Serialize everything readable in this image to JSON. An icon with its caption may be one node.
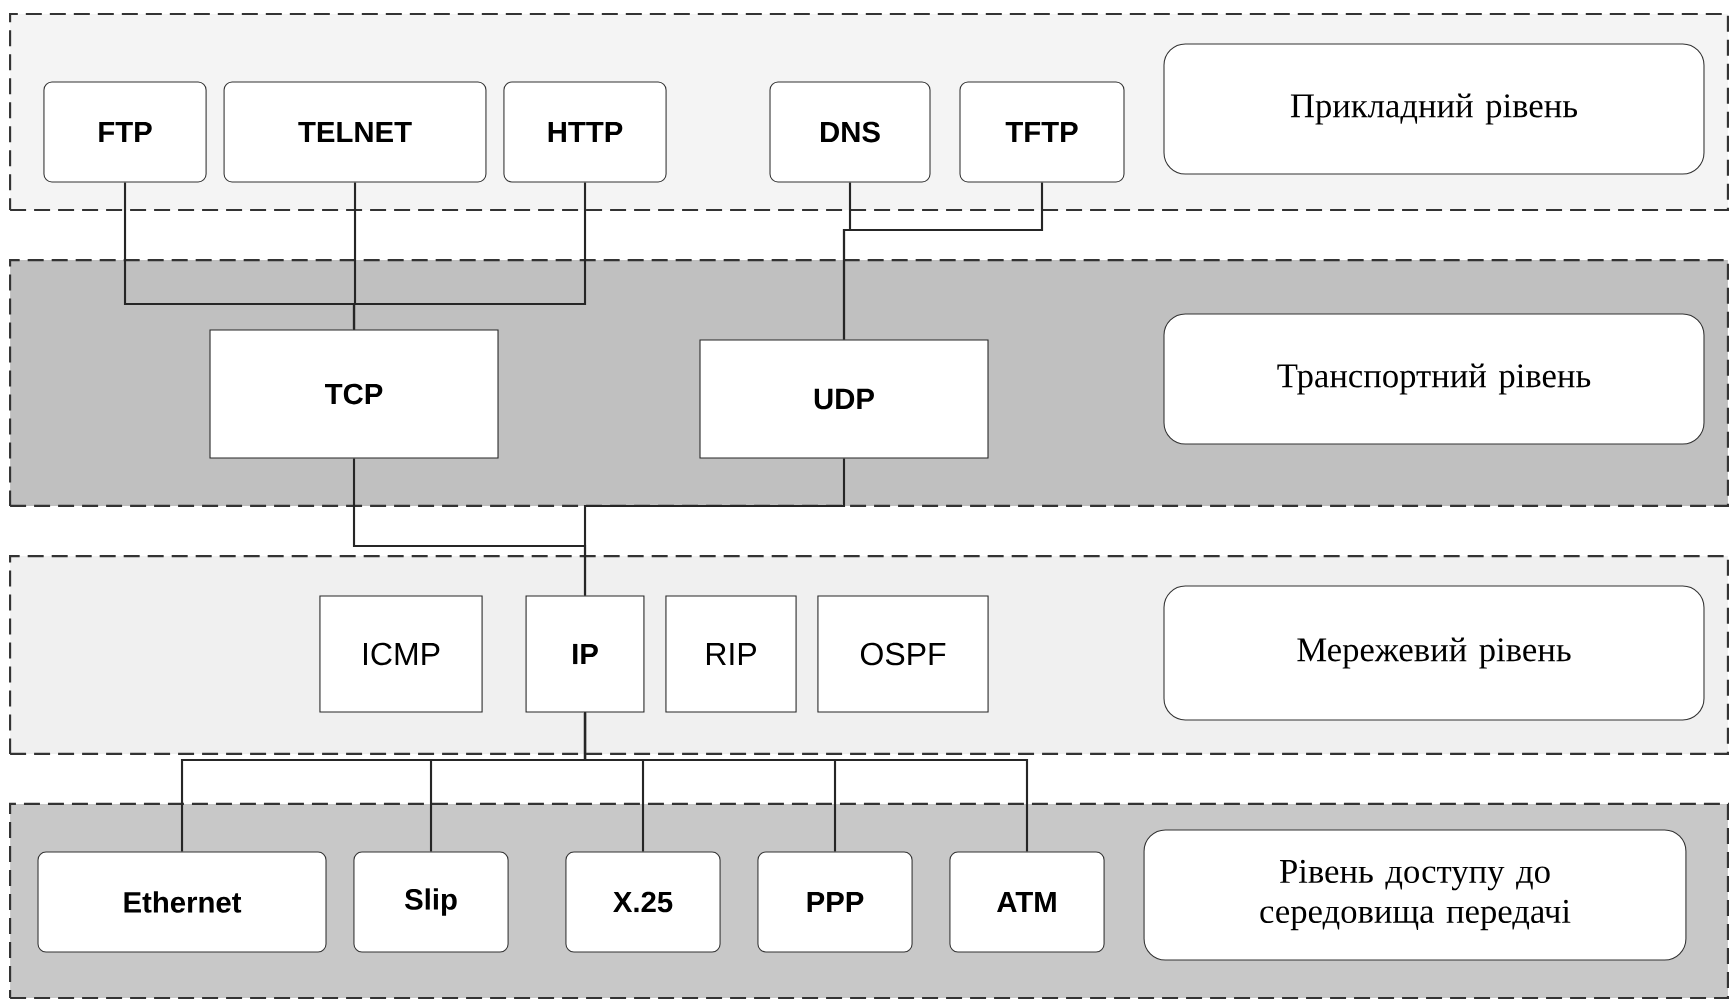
{
  "diagram": {
    "nodes": [
      {
        "text": [],
        "shape": "band"
      },
      {
        "text": [
          "FTP"
        ],
        "in": 0
      },
      {
        "text": [
          "TELNET"
        ],
        "in": 0
      },
      {
        "text": [
          "HTTP"
        ],
        "in": 0
      },
      {
        "text": [
          "DNS"
        ],
        "in": 0
      },
      {
        "text": [
          "TFTP"
        ],
        "in": 0
      },
      {
        "text": [
          "Прикладний рівень"
        ],
        "in": 0
      },
      {
        "text": [],
        "shape": "band"
      },
      {
        "text": [
          "TCP"
        ],
        "in": 7
      },
      {
        "text": [
          "UDP"
        ],
        "in": 7
      },
      {
        "text": [
          "Транспортний рівень"
        ],
        "in": 7
      },
      {
        "text": [],
        "shape": "band"
      },
      {
        "text": [
          "ICMP"
        ],
        "in": 11
      },
      {
        "text": [
          "IP"
        ],
        "in": 11
      },
      {
        "text": [
          "RIP"
        ],
        "in": 11
      },
      {
        "text": [
          "OSPF"
        ],
        "in": 11
      },
      {
        "text": [
          "Мережевий рівень"
        ],
        "in": 11
      },
      {
        "text": [],
        "shape": "band"
      },
      {
        "text": [
          "Ethernet"
        ],
        "in": 17
      },
      {
        "text": [
          "Slip"
        ],
        "in": 17
      },
      {
        "text": [
          "X.25"
        ],
        "in": 17
      },
      {
        "text": [
          "PPP"
        ],
        "in": 17
      },
      {
        "text": [
          "ATM"
        ],
        "in": 17
      },
      {
        "text": [
          "Рівень доступу до середовища передачі"
        ],
        "in": 17
      }
    ],
    "edges": [
      {
        "from": 1,
        "to": 8,
        "arrow": "none"
      },
      {
        "from": 2,
        "to": 8,
        "arrow": "none"
      },
      {
        "from": 3,
        "to": 8,
        "arrow": "none"
      },
      {
        "from": 4,
        "to": 9,
        "arrow": "none"
      },
      {
        "from": 5,
        "to": 9,
        "arrow": "none"
      },
      {
        "from": 8,
        "to": 13,
        "arrow": "none"
      },
      {
        "from": 9,
        "to": 13,
        "arrow": "none"
      },
      {
        "from": 13,
        "to": 18,
        "arrow": "none"
      },
      {
        "from": 13,
        "to": 19,
        "arrow": "none"
      },
      {
        "from": 13,
        "to": 20,
        "arrow": "none"
      },
      {
        "from": 13,
        "to": 21,
        "arrow": "none"
      },
      {
        "from": 13,
        "to": 22,
        "arrow": "none"
      }
    ]
  }
}
